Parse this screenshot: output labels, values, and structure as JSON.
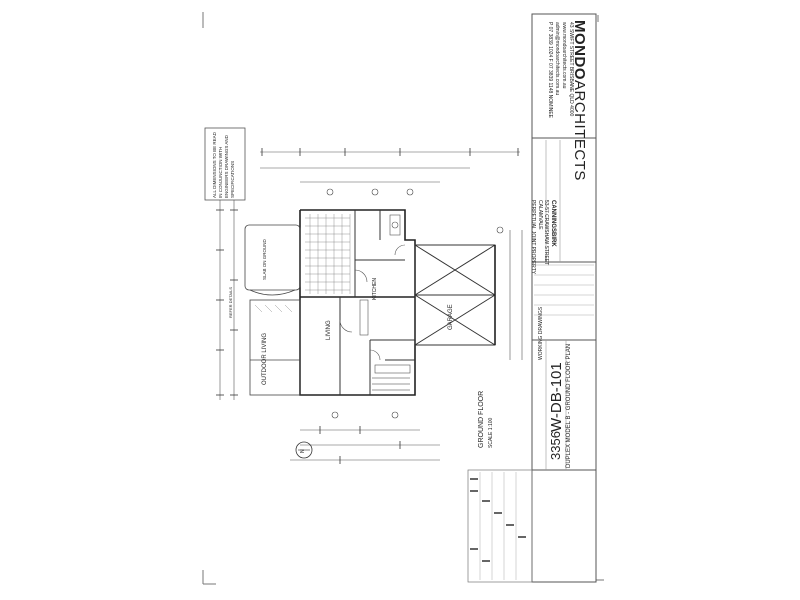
{
  "firm": {
    "name_bold": "MONDO",
    "name_light": "ARCHITECTS",
    "address": "43 SWIFT STREET BRISBANE QLD 4000",
    "website": "www.mondoarchitects.com.au",
    "email": "admin@mondoarchitects.com.au",
    "phone": "P 07 3839 1024 F 07 3839 1148 NOMINEE"
  },
  "project": {
    "client": "CANNINGSBIRK",
    "address_line1": "53-57 CRAWSHAW STREET",
    "address_line2": "CALAMVALE",
    "joint": "PERPETUAL JOINT PROPERTY"
  },
  "drawing": {
    "job_number": "3356",
    "drawing_number": "W-DB-101",
    "title": "DUPLEX MODEL B - GROUND FLOOR PLAN",
    "subtitle": "WORKING DRAWINGS",
    "scale_title": "GROUND FLOOR",
    "scale": "SCALE 1:100"
  },
  "plan": {
    "room_living": "LIVING",
    "room_outdoor": "OUTDOOR LIVING",
    "room_garage": "GARAGE",
    "room_kitchen": "KITCHEN",
    "note_top": "REFER DETAILS",
    "note_slab": "SLAB ON GROUND"
  },
  "notes": {
    "general": "ALL DIMENSIONS TO BE READ IN CONJUNCTION WITH ENGINEERS DRAWINGS AND SPECIFICATIONS",
    "marker": "N"
  }
}
